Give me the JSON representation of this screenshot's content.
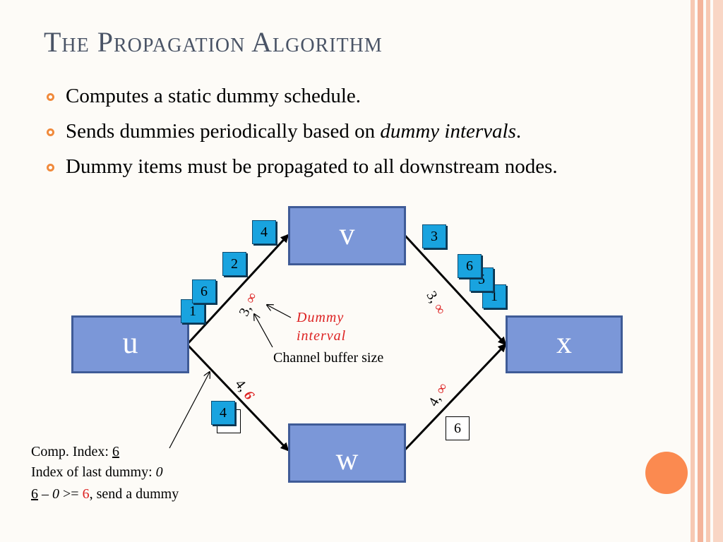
{
  "title": "The Propagation Algorithm",
  "bullets": [
    {
      "text": "Computes a static dummy schedule."
    },
    {
      "text": "Sends dummies periodically based on ",
      "em": "dummy intervals",
      "tail": "."
    },
    {
      "text": "Dummy items must be propagated to all downstream nodes."
    }
  ],
  "nodes": {
    "u": "u",
    "v": "v",
    "w": "w",
    "x": "x"
  },
  "chips": {
    "uv": [
      "1",
      "6",
      "2",
      "4"
    ],
    "vx": [
      "3",
      "6",
      "5",
      "1"
    ],
    "uw": [
      "4"
    ],
    "wx": [
      "6"
    ]
  },
  "edge_labels": {
    "uv": {
      "buffer": "3,",
      "interval": "∞"
    },
    "vx": {
      "buffer": "3,",
      "interval": "∞"
    },
    "uw": {
      "buffer": "4,",
      "interval": "6"
    },
    "wx": {
      "buffer": "4,",
      "interval": "∞"
    }
  },
  "annotations": {
    "dummy_interval": "Dummy interval",
    "buffer_size": "Channel buffer size"
  },
  "notes": {
    "line1_prefix": "Comp. Index: ",
    "line1_value": "6",
    "line2_prefix": "Index of  last dummy: ",
    "line2_value": "0",
    "line3_a": "6",
    "line3_b": " – ",
    "line3_c": "0",
    "line3_d": " >= ",
    "line3_e": "6",
    "line3_f": ", send a dummy"
  },
  "colors": {
    "accent": "#f08a3c",
    "node_fill": "#7b97d8",
    "chip_fill": "#19a3df",
    "highlight": "#dd2222"
  }
}
